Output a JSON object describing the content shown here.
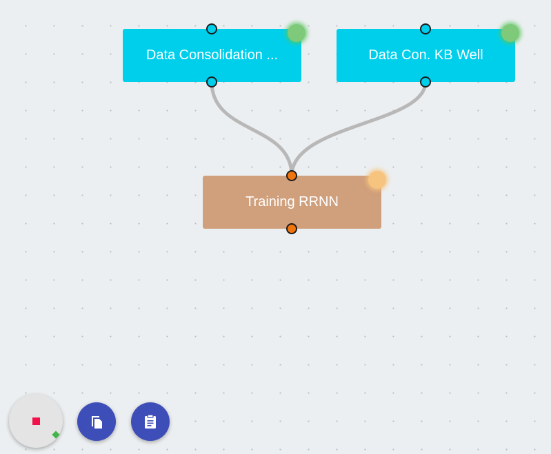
{
  "nodes": {
    "data_consolidation": {
      "label": "Data Consolidation ...",
      "color": "#00cfec",
      "status": "green"
    },
    "data_con_kb_well": {
      "label": "Data Con. KB Well",
      "color": "#00cfec",
      "status": "green"
    },
    "training_rrnn": {
      "label": "Training RRNN",
      "color": "#d09f7b",
      "status": "orange"
    }
  },
  "connections": [
    {
      "from": "data_consolidation",
      "to": "training_rrnn"
    },
    {
      "from": "data_con_kb_well",
      "to": "training_rrnn"
    }
  ],
  "toolbar": {
    "stop_button": {
      "icon": "stop-icon",
      "color": "#f2114b",
      "badge_color": "#42b549"
    },
    "copy_button": {
      "icon": "copy-icon",
      "color": "#3e4eb8"
    },
    "paste_button": {
      "icon": "clipboard-icon",
      "color": "#3e4eb8"
    }
  },
  "colors": {
    "canvas_background": "#eceff1",
    "connection": "#b8b8b8",
    "status_green": "#7fca7a",
    "status_orange": "#f6c47e",
    "port_orange": "#f0750f"
  }
}
